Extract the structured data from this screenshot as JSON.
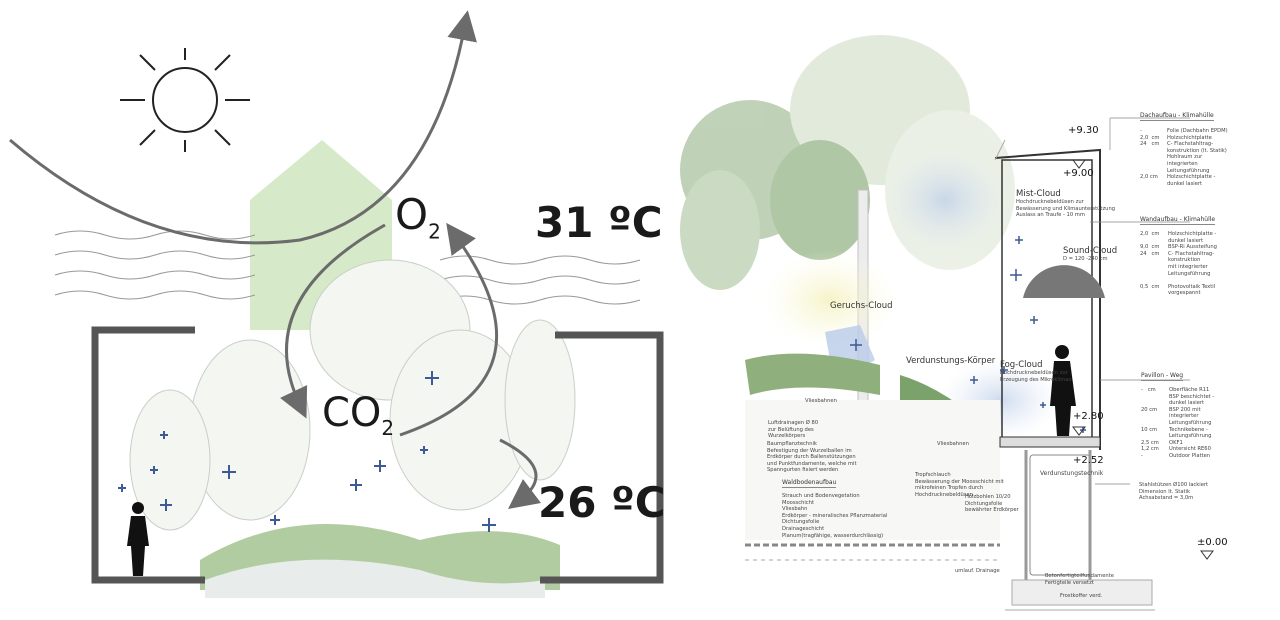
{
  "left_diagram": {
    "temp_outside": "31 ºC",
    "temp_inside": "26 ºC",
    "o2": {
      "base": "O",
      "sub": "2"
    },
    "co2": {
      "base": "CO",
      "sub": "2"
    }
  },
  "right_section": {
    "levels": {
      "roof_top": "+9.30",
      "roof": "+9.00",
      "floor": "+2.80",
      "under": "+2.52",
      "ground": "±0.00"
    },
    "clouds": {
      "mist": {
        "title": "Mist-Cloud",
        "desc": "Hochdrucknebeldüsen zur\nBewässerung und Klimaunterstützung\nAuslass an Traufe - 10 mm"
      },
      "sound": {
        "title": "Sound-Cloud",
        "desc": "D = 120 -240 cm"
      },
      "smell": {
        "title": "Geruchs-Cloud"
      },
      "evap": {
        "title": "Verdunstungs-Körper"
      },
      "fog": {
        "title": "Fog-Cloud",
        "desc": "Hochdrucknebeldüsen zur\nErzeugung des Mikroklimas"
      }
    },
    "notes": {
      "luft": "Luftdrainagen Ø 80\nzur Belüftung des\nWurzelkörpers",
      "baum": "Baumpflanztechnik\nBefestigung der Wurzelballen im\nErdkörper durch Ballenstützungen\nund Punktfundamente, welche mit\nSpanngurten fixiert werden",
      "vlies1": "Vliesbahnen",
      "vlies2": "Vliesbahnen",
      "tropf": "Tropfschlauch\nBewässerung der Moosschicht mit\nmikrofeinen Tropfen durch\nHochdrucknebeldüsen",
      "holz": "Holzbohlen 10/20\nDichtungsfolie\nbewährter Erdkörper",
      "verd": "Verdunstungstechnik",
      "drain": "umlauf. Drainage",
      "beton": "Betonfertigteilfundamente\nFertigteile versetzt",
      "frost": "Frostkoffer verd."
    },
    "waldboden": {
      "title": "Waldbodenaufbau",
      "body": "Strauch und Bodenvegetation\nMoosschicht\nVliesbahn\nErdkörper - mineralisches Pflanzmaterial\nDichtungsfolie\nDrainageschicht\nPlanum(tragfähige, wasserdurchlässig)"
    },
    "dach": {
      "title": "Dachaufbau - Klimahülle",
      "dims": "-\n2,0  cm\n24   cm\n\n\n\n\n2,0 cm",
      "body": "Folie (Dachbahn EPDM)\nHolzschichtplatte\nC- Flachstahltrag-\nkonstruktion (lt. Statik)\nHohlraum zur\nintegrierten\nLeitungsführung\nHolzschichtplatte -\ndunkel lasiert"
    },
    "wand": {
      "title": "Wandaufbau - Klimahülle",
      "dims": "2,0  cm\n\n9,0  cm\n24   cm\n\n\n\n\n0,5  cm",
      "body": "Holzschichtplatte -\ndunkel lasiert\nBSP-Ri Aussteifung\nC- Flachstahltrag-\nkonstruktion\nmit integrierter\nLeitungsführung\n\nPhotovoltaik Textil\nvorgespannt"
    },
    "pavillon": {
      "title": "Pavillon - Weg",
      "dims": "-   cm\n\n\n20 cm\n\n\n10 cm\n\n2,5 cm\n1,2 cm\n-",
      "body": "Oberfläche R11\nBSP beschichtet -\ndunkel lasiert\nBSP 200 mit\nintegrierter\nLeitungsführung\nTechnikebene -\nLeitungsführung\nOKF1\nUntersicht RE60\nOutdoor Platten"
    },
    "stuetzen": "Stahlstützen Ø100 lackiert\nDimension lt. Statik\nAchsabstand = 3,0m"
  },
  "colors": {
    "frame": "#555555",
    "green": "#cfe5bf",
    "plus": "#3d5a94",
    "arrow": "#6b6b6b"
  }
}
